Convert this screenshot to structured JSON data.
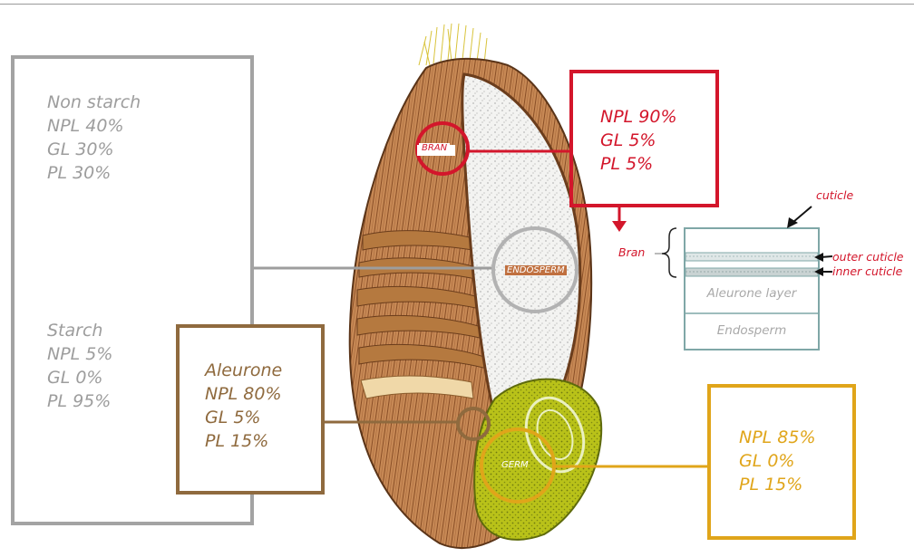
{
  "non_starch": {
    "heading": "Non starch",
    "npl": "NPL 40%",
    "gl": "GL 30%",
    "pl": "PL 30%"
  },
  "starch": {
    "heading": "Starch",
    "npl": "NPL 5%",
    "gl": "GL 0%",
    "pl": "PL 95%"
  },
  "aleurone": {
    "heading": "Aleurone",
    "npl": "NPL 80%",
    "gl": "GL 5%",
    "pl": "PL 15%"
  },
  "bran": {
    "npl": "NPL 90%",
    "gl": "GL 5%",
    "pl": "PL 5%"
  },
  "germ": {
    "npl": "NPL 85%",
    "gl": "GL 0%",
    "pl": "PL 15%"
  },
  "grain_labels": {
    "bran": "BRAN",
    "endosperm": "ENDOSPERM",
    "germ": "GERM"
  },
  "bran_inset": {
    "bran_label": "Bran",
    "cuticle": "cuticle",
    "outer_cuticle": "outer cuticle",
    "inner_cuticle": "inner cuticle",
    "aleurone_layer": "Aleurone layer",
    "endosperm": "Endosperm"
  },
  "colors": {
    "gray": "#9d9d9d",
    "red": "#d3162b",
    "brown": "#8f6a3e",
    "gold": "#e0a51a",
    "inset_border": "#7fa7a7"
  }
}
